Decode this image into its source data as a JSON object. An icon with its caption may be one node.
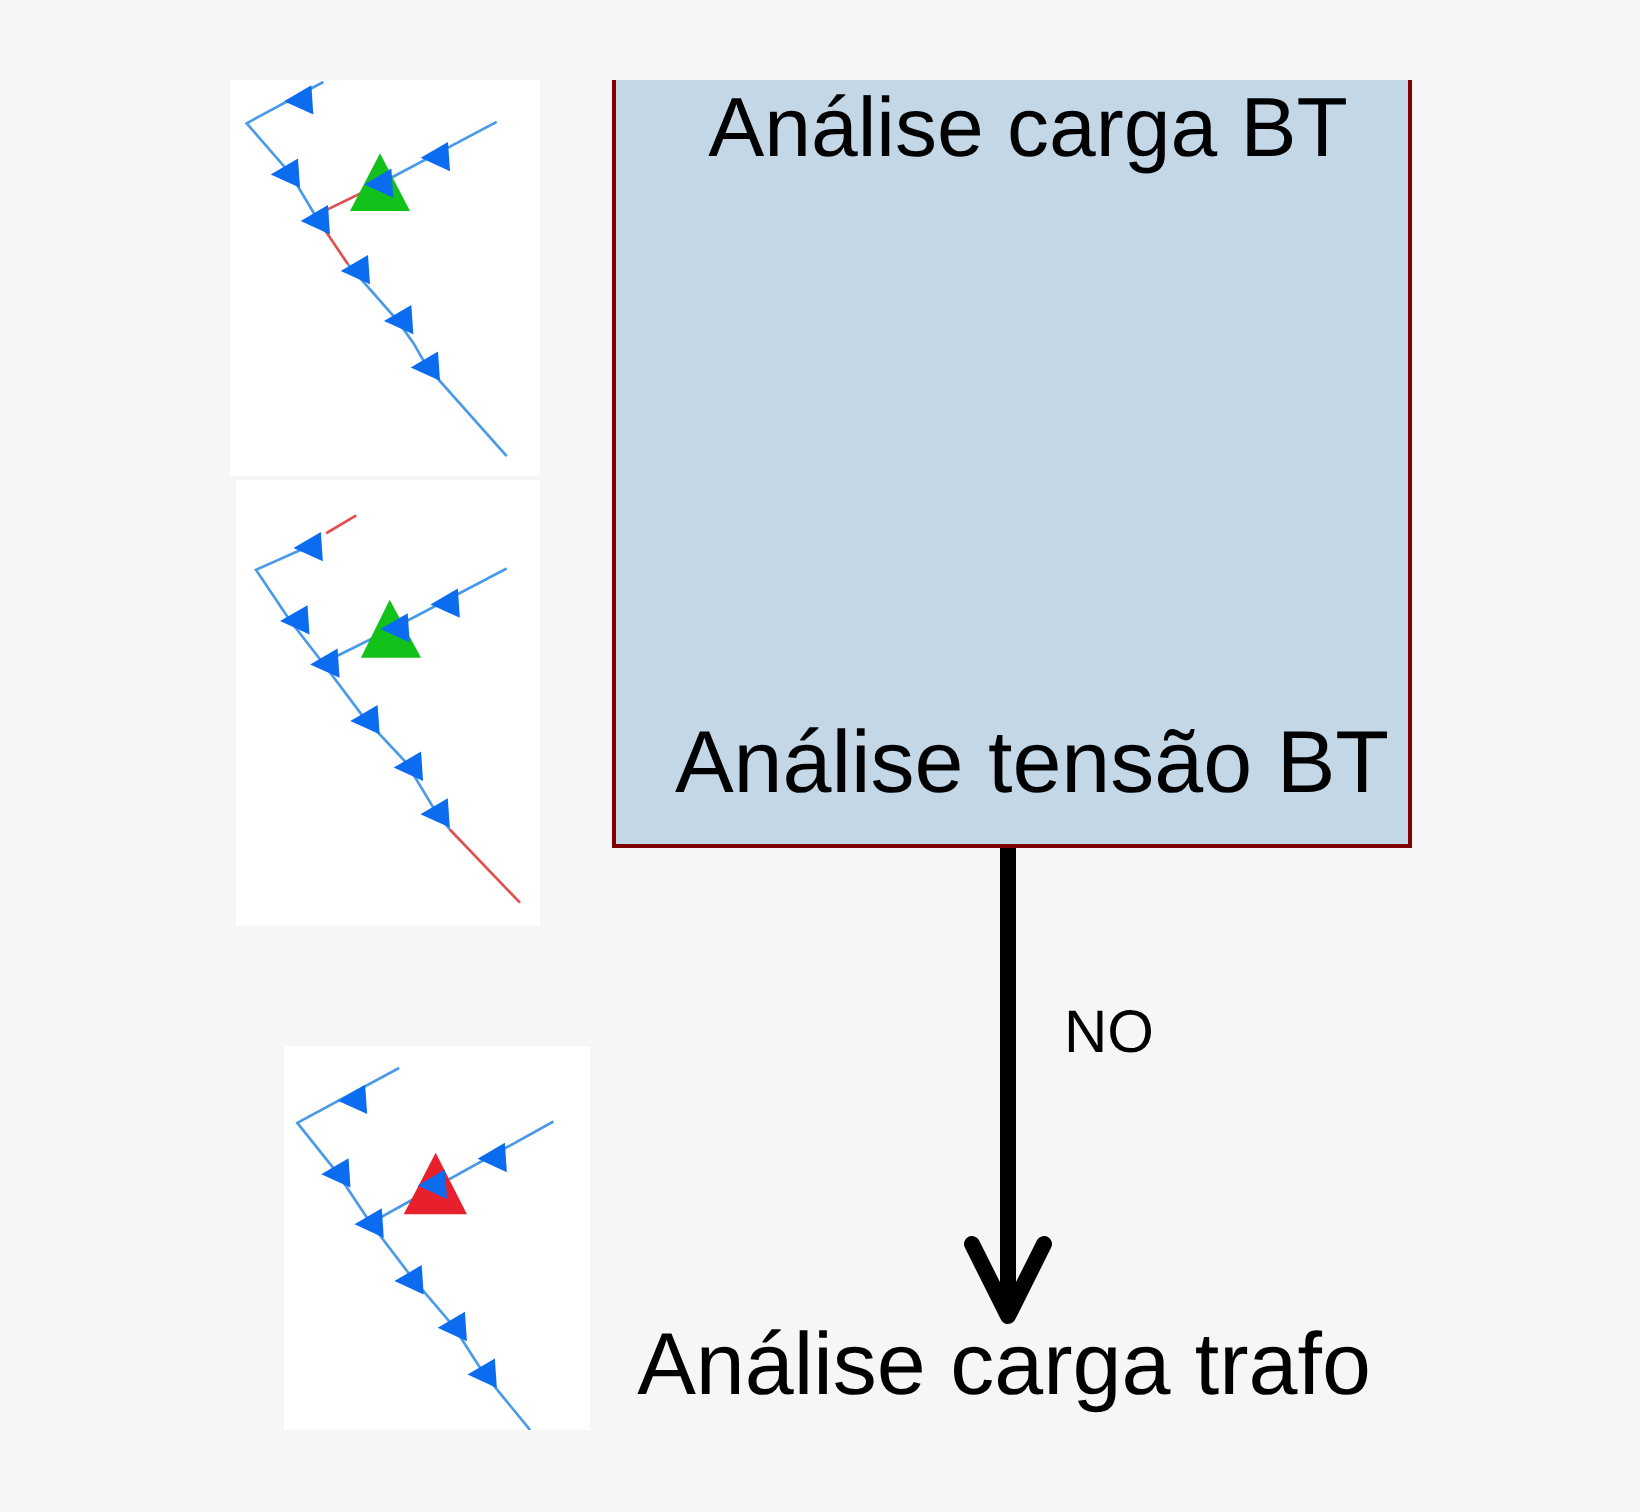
{
  "diagram": {
    "nodes": [
      {
        "text": [
          "Análise carga BT",
          "Análise tensão BT"
        ]
      },
      {
        "text": [
          "Análise carga trafo"
        ]
      }
    ],
    "edges": [
      {
        "from": 0,
        "to": 1,
        "arrow": "to",
        "label": "NO"
      }
    ]
  }
}
